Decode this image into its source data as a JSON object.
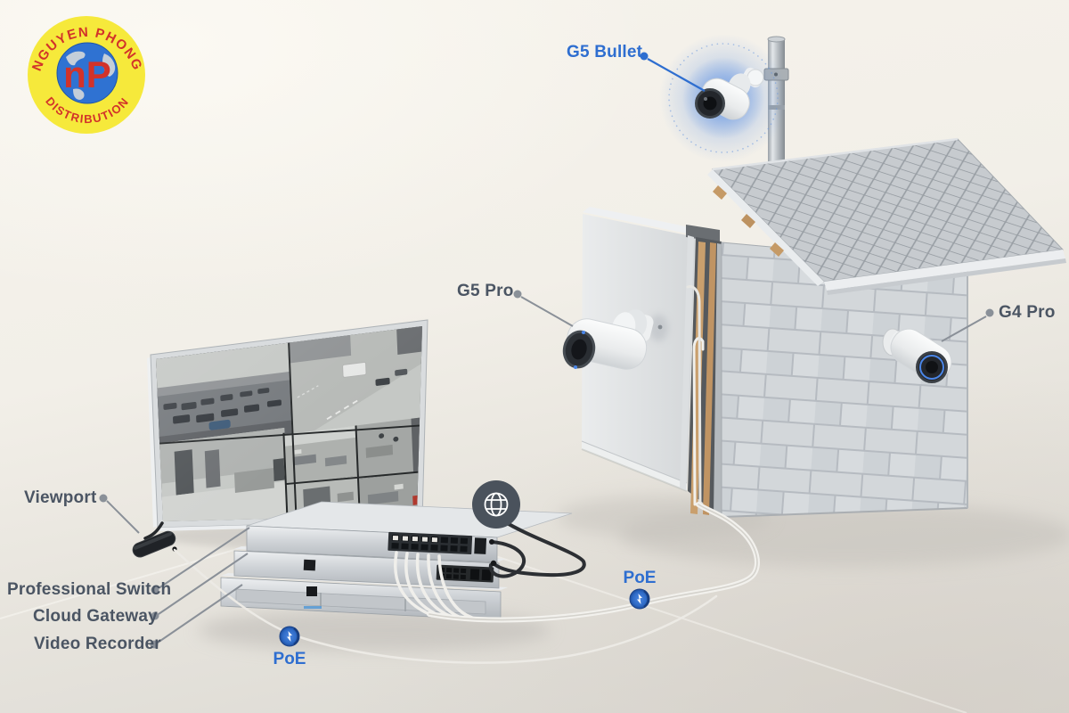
{
  "logo": {
    "arc_top": "NGUYEN PHONG",
    "arc_bottom": "DISTRIBUTION",
    "monogram": "nP"
  },
  "callouts": {
    "g5_bullet": {
      "label": "G5 Bullet",
      "style": "blue"
    },
    "g5_pro": {
      "label": "G5 Pro",
      "style": "gray"
    },
    "g4_pro": {
      "label": "G4 Pro",
      "style": "gray"
    },
    "viewport": {
      "label": "Viewport",
      "style": "gray"
    },
    "professional_switch": {
      "label": "Professional Switch",
      "style": "gray"
    },
    "cloud_gateway": {
      "label": "Cloud Gateway",
      "style": "gray"
    },
    "video_recorder": {
      "label": "Video Recorder",
      "style": "gray"
    }
  },
  "badges": {
    "poe_left": {
      "label": "PoE",
      "icon": "lightning-bolt-icon"
    },
    "poe_right": {
      "label": "PoE",
      "icon": "lightning-bolt-icon"
    },
    "internet": {
      "icon": "globe-icon"
    }
  },
  "colors": {
    "accent-blue": "#2e6ed0",
    "label-gray": "#4b5563",
    "poe-badge-blue": "#2f6bc6",
    "globe-badge-gray": "#4a525c",
    "glow-blue": "#6092e2",
    "logo-yellow": "#f6e93b",
    "logo-red": "#d2322a",
    "logo-globe-blue": "#2f72d2",
    "cable-white": "#efeeea",
    "cable-black": "#2c2f33"
  }
}
